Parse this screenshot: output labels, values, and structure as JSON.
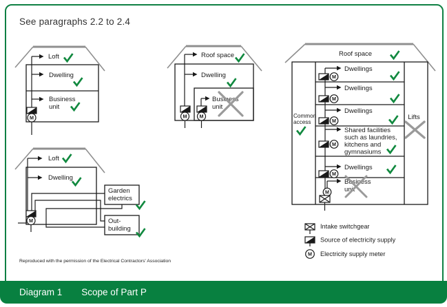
{
  "header": {
    "title": "See paragraphs 2.2 to 2.4"
  },
  "buildings": {
    "top_left": {
      "loft": "Loft",
      "dwelling": "Dwelling",
      "business_1": "Business",
      "business_2": "unit"
    },
    "top_middle": {
      "roof_space": "Roof space",
      "dwelling": "Dwelling",
      "business_1": "Business",
      "business_2": "unit"
    },
    "right": {
      "roof_space": "Roof space",
      "dwellings": "Dwellings",
      "shared_1": "Shared facilities",
      "shared_2": "such as laundries,",
      "shared_3": "kitchens and",
      "shared_4": "gymnasiums",
      "business_1": "Business",
      "business_2": "unit",
      "common_1": "Common",
      "common_2": "access",
      "lifts": "Lifts"
    },
    "bottom_left": {
      "loft": "Loft",
      "dwelling": "Dwelling",
      "garden_1": "Garden",
      "garden_2": "electrics",
      "out_1": "Out-",
      "out_2": "building"
    }
  },
  "legend": {
    "intake": "Intake switchgear",
    "source": "Source of electricity supply",
    "meter": "Electricity supply meter"
  },
  "meter_letter": "M",
  "credit": "Reproduced with the permission of the Electrical Contractors' Association",
  "footer": {
    "label": "Diagram 1",
    "title": "Scope of Part P"
  },
  "colors": {
    "border_green": "#0e8043",
    "bar_green": "#088040",
    "check_green": "#11893f",
    "cross_gray": "#9a9a9a"
  }
}
